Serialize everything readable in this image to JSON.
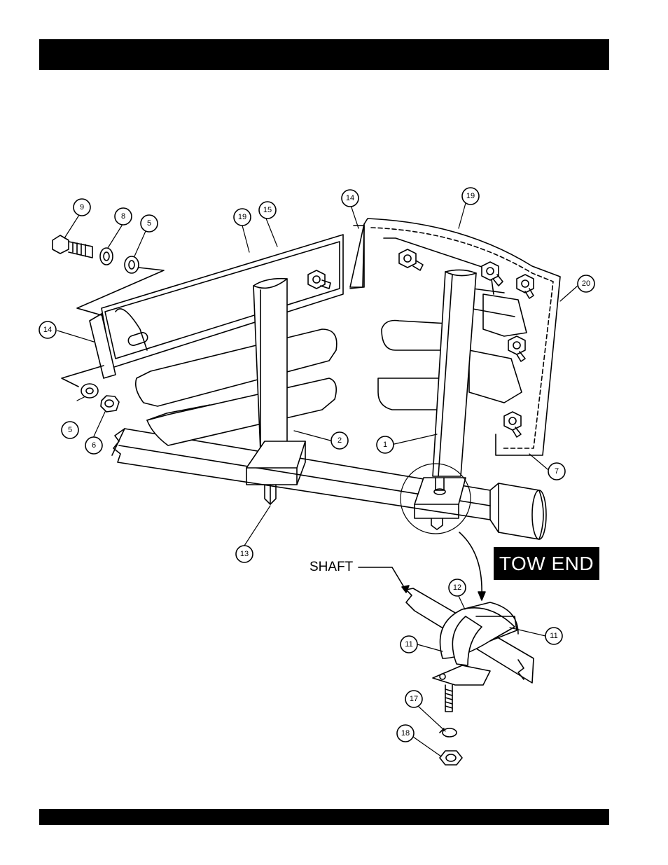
{
  "callouts": {
    "c9": "9",
    "c8": "8",
    "c5a": "5",
    "c19a": "19",
    "c15": "15",
    "c14a": "14",
    "c19b": "19",
    "c20": "20",
    "c14b": "14",
    "c5b": "5",
    "c6": "6",
    "c2": "2",
    "c1": "1",
    "c7": "7",
    "c13": "13",
    "c12": "12",
    "c11a": "11",
    "c11b": "11",
    "c17": "17",
    "c18": "18"
  },
  "labels": {
    "tow_end": "TOW  END",
    "shaft": "SHAFT"
  },
  "colors": {
    "line": "#000000",
    "background": "#ffffff",
    "banner": "#000000"
  }
}
